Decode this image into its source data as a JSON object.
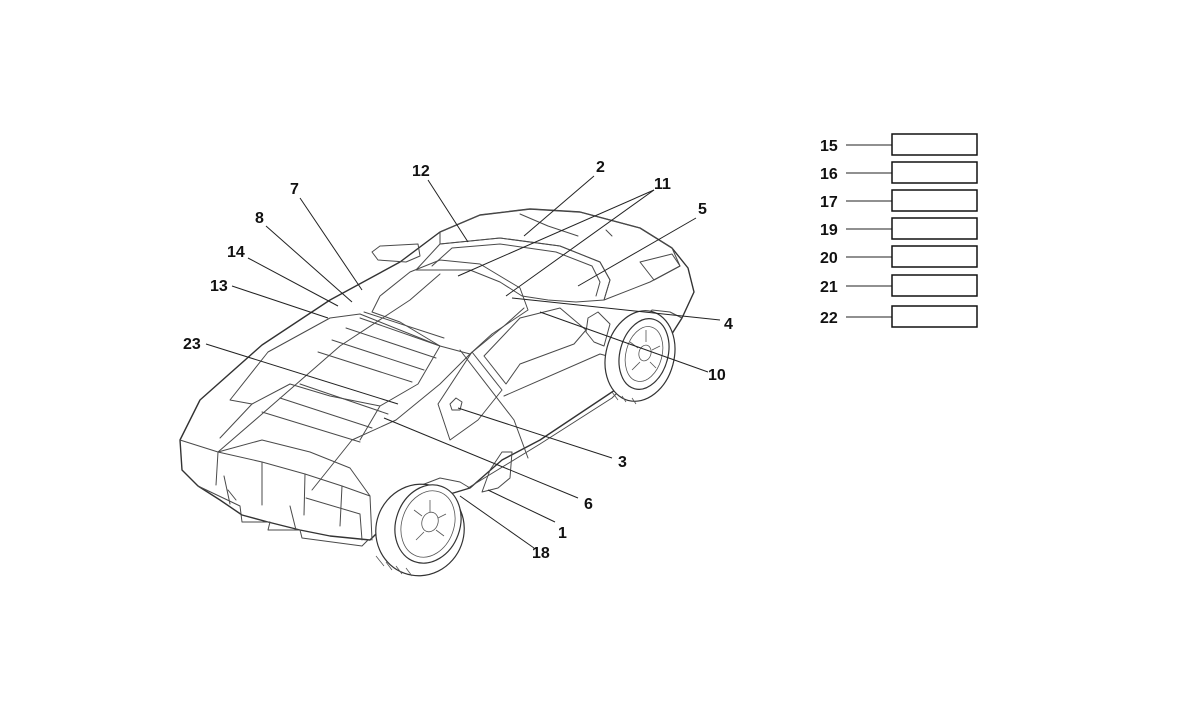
{
  "callouts": [
    {
      "id": "c1",
      "label": "1"
    },
    {
      "id": "c2",
      "label": "2"
    },
    {
      "id": "c3",
      "label": "3"
    },
    {
      "id": "c4",
      "label": "4"
    },
    {
      "id": "c5",
      "label": "5"
    },
    {
      "id": "c6",
      "label": "6"
    },
    {
      "id": "c7",
      "label": "7"
    },
    {
      "id": "c8",
      "label": "8"
    },
    {
      "id": "c10",
      "label": "10"
    },
    {
      "id": "c11",
      "label": "11"
    },
    {
      "id": "c12",
      "label": "12"
    },
    {
      "id": "c13",
      "label": "13"
    },
    {
      "id": "c14",
      "label": "14"
    },
    {
      "id": "c18",
      "label": "18"
    },
    {
      "id": "c23",
      "label": "23"
    }
  ],
  "legend": [
    {
      "label": "15"
    },
    {
      "label": "16"
    },
    {
      "label": "17"
    },
    {
      "label": "19"
    },
    {
      "label": "20"
    },
    {
      "label": "21"
    },
    {
      "label": "22"
    }
  ]
}
